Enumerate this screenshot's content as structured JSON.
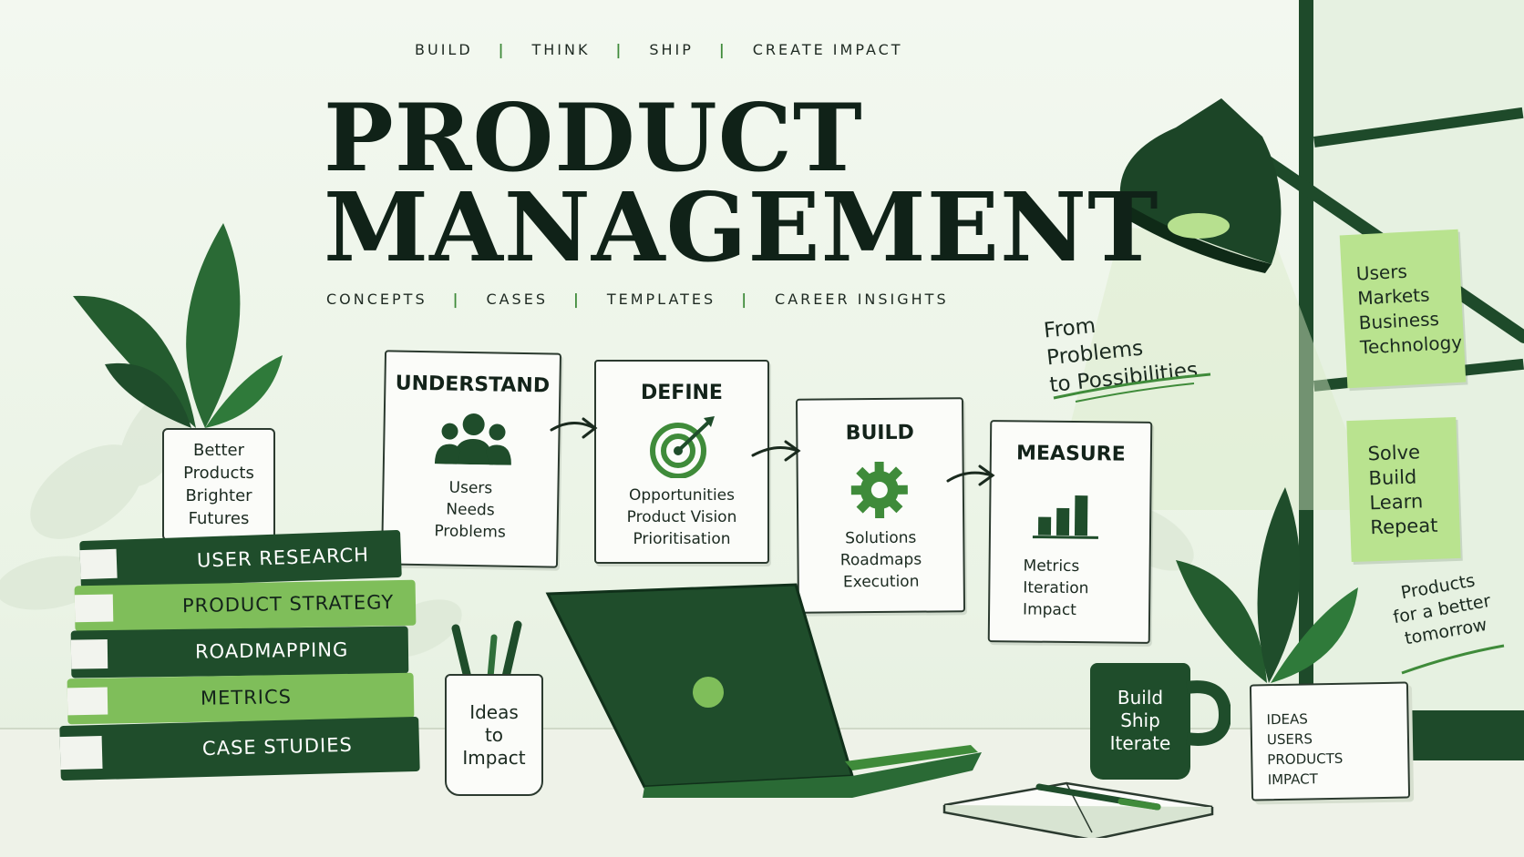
{
  "header": {
    "nav": [
      "BUILD",
      "THINK",
      "SHIP",
      "CREATE IMPACT"
    ],
    "title_line1": "PRODUCT",
    "title_line2": "MANAGEMENT",
    "subnav": [
      "CONCEPTS",
      "CASES",
      "TEMPLATES",
      "CAREER INSIGHTS"
    ]
  },
  "tagline": "From\nProblems\nto Possibilities",
  "process": [
    {
      "title": "UNDERSTAND",
      "body": "Users\nNeeds\nProblems",
      "icon": "users-icon"
    },
    {
      "title": "DEFINE",
      "body": "Opportunities\nProduct Vision\nPrioritisation",
      "icon": "target-icon"
    },
    {
      "title": "BUILD",
      "body": "Solutions\nRoadmaps\nExecution",
      "icon": "gear-icon"
    },
    {
      "title": "MEASURE",
      "body": "Metrics\nIteration\nImpact",
      "icon": "bar-chart-icon"
    }
  ],
  "plant_pot": "Better\nProducts\nBrighter\nFutures",
  "books": [
    "USER RESEARCH",
    "PRODUCT STRATEGY",
    "ROADMAPPING",
    "METRICS",
    "CASE STUDIES"
  ],
  "pencil_cup": "Ideas\nto\nImpact",
  "mug": "Build\nShip\nIterate",
  "sticky_notes": [
    "Users\nMarkets\nBusiness\nTechnology",
    "Solve\nBuild\nLearn\nRepeat"
  ],
  "side_note": "Products\nfor a better\ntomorrow",
  "paper_stack": "IDEAS\nUSERS\nPRODUCTS\nIMPACT",
  "colors": {
    "dark_green": "#1f4d2b",
    "mid_green": "#3f8b3a",
    "light_green": "#a4d67f",
    "ink": "#102218"
  }
}
